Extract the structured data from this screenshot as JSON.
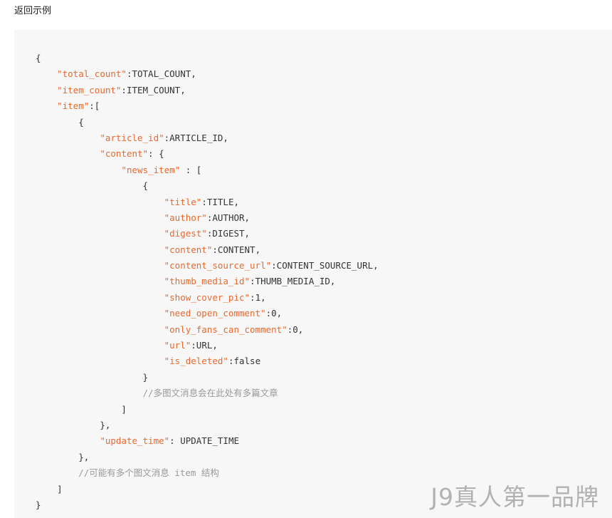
{
  "section_title": "返回示例",
  "code_lines": [
    {
      "indent": 0,
      "parts": [
        {
          "t": "{",
          "c": "punct"
        }
      ]
    },
    {
      "indent": 1,
      "parts": [
        {
          "t": "\"total_count\"",
          "c": "key"
        },
        {
          "t": ":TOTAL_COUNT,",
          "c": "val"
        }
      ]
    },
    {
      "indent": 1,
      "parts": [
        {
          "t": "\"item_count\"",
          "c": "key"
        },
        {
          "t": ":ITEM_COUNT,",
          "c": "val"
        }
      ]
    },
    {
      "indent": 1,
      "parts": [
        {
          "t": "\"item\"",
          "c": "key"
        },
        {
          "t": ":[",
          "c": "val"
        }
      ]
    },
    {
      "indent": 2,
      "parts": [
        {
          "t": "{",
          "c": "punct"
        }
      ]
    },
    {
      "indent": 3,
      "parts": [
        {
          "t": "\"article_id\"",
          "c": "key"
        },
        {
          "t": ":ARTICLE_ID,",
          "c": "val"
        }
      ]
    },
    {
      "indent": 3,
      "parts": [
        {
          "t": "\"content\"",
          "c": "key"
        },
        {
          "t": ": {",
          "c": "val"
        }
      ]
    },
    {
      "indent": 4,
      "parts": [
        {
          "t": "\"news_item\"",
          "c": "key"
        },
        {
          "t": " : [",
          "c": "val"
        }
      ]
    },
    {
      "indent": 5,
      "parts": [
        {
          "t": "{",
          "c": "punct"
        }
      ]
    },
    {
      "indent": 6,
      "parts": [
        {
          "t": "\"title\"",
          "c": "key"
        },
        {
          "t": ":TITLE,",
          "c": "val"
        }
      ]
    },
    {
      "indent": 6,
      "parts": [
        {
          "t": "\"author\"",
          "c": "key"
        },
        {
          "t": ":AUTHOR,",
          "c": "val"
        }
      ]
    },
    {
      "indent": 6,
      "parts": [
        {
          "t": "\"digest\"",
          "c": "key"
        },
        {
          "t": ":DIGEST,",
          "c": "val"
        }
      ]
    },
    {
      "indent": 6,
      "parts": [
        {
          "t": "\"content\"",
          "c": "key"
        },
        {
          "t": ":CONTENT,",
          "c": "val"
        }
      ]
    },
    {
      "indent": 6,
      "parts": [
        {
          "t": "\"content_source_url\"",
          "c": "key"
        },
        {
          "t": ":CONTENT_SOURCE_URL,",
          "c": "val"
        }
      ]
    },
    {
      "indent": 6,
      "parts": [
        {
          "t": "\"thumb_media_id\"",
          "c": "key"
        },
        {
          "t": ":THUMB_MEDIA_ID,",
          "c": "val"
        }
      ]
    },
    {
      "indent": 6,
      "parts": [
        {
          "t": "\"show_cover_pic\"",
          "c": "key"
        },
        {
          "t": ":1,",
          "c": "val"
        }
      ]
    },
    {
      "indent": 6,
      "parts": [
        {
          "t": "\"need_open_comment\"",
          "c": "key"
        },
        {
          "t": ":0,",
          "c": "val"
        }
      ]
    },
    {
      "indent": 6,
      "parts": [
        {
          "t": "\"only_fans_can_comment\"",
          "c": "key"
        },
        {
          "t": ":0,",
          "c": "val"
        }
      ]
    },
    {
      "indent": 6,
      "parts": [
        {
          "t": "\"url\"",
          "c": "key"
        },
        {
          "t": ":URL,",
          "c": "val"
        }
      ]
    },
    {
      "indent": 6,
      "parts": [
        {
          "t": "\"is_deleted\"",
          "c": "key"
        },
        {
          "t": ":false",
          "c": "val"
        }
      ]
    },
    {
      "indent": 5,
      "parts": [
        {
          "t": "}",
          "c": "punct"
        }
      ]
    },
    {
      "indent": 5,
      "parts": [
        {
          "t": "//多图文消息会在此处有多篇文章",
          "c": "comment"
        }
      ]
    },
    {
      "indent": 4,
      "parts": [
        {
          "t": "]",
          "c": "punct"
        }
      ]
    },
    {
      "indent": 3,
      "parts": [
        {
          "t": "},",
          "c": "punct"
        }
      ]
    },
    {
      "indent": 3,
      "parts": [
        {
          "t": "\"update_time\"",
          "c": "key"
        },
        {
          "t": ": UPDATE_TIME",
          "c": "val"
        }
      ]
    },
    {
      "indent": 2,
      "parts": [
        {
          "t": "},",
          "c": "punct"
        }
      ]
    },
    {
      "indent": 2,
      "parts": [
        {
          "t": "//可能有多个图文消息 item 结构",
          "c": "comment"
        }
      ]
    },
    {
      "indent": 1,
      "parts": [
        {
          "t": "]",
          "c": "punct"
        }
      ]
    },
    {
      "indent": 0,
      "parts": [
        {
          "t": "}",
          "c": "punct"
        }
      ]
    }
  ],
  "watermark": "J9真人第一品牌",
  "colors": {
    "key": "#e8692e",
    "comment": "#9a9a9a",
    "code_bg": "#f7f7f7"
  }
}
